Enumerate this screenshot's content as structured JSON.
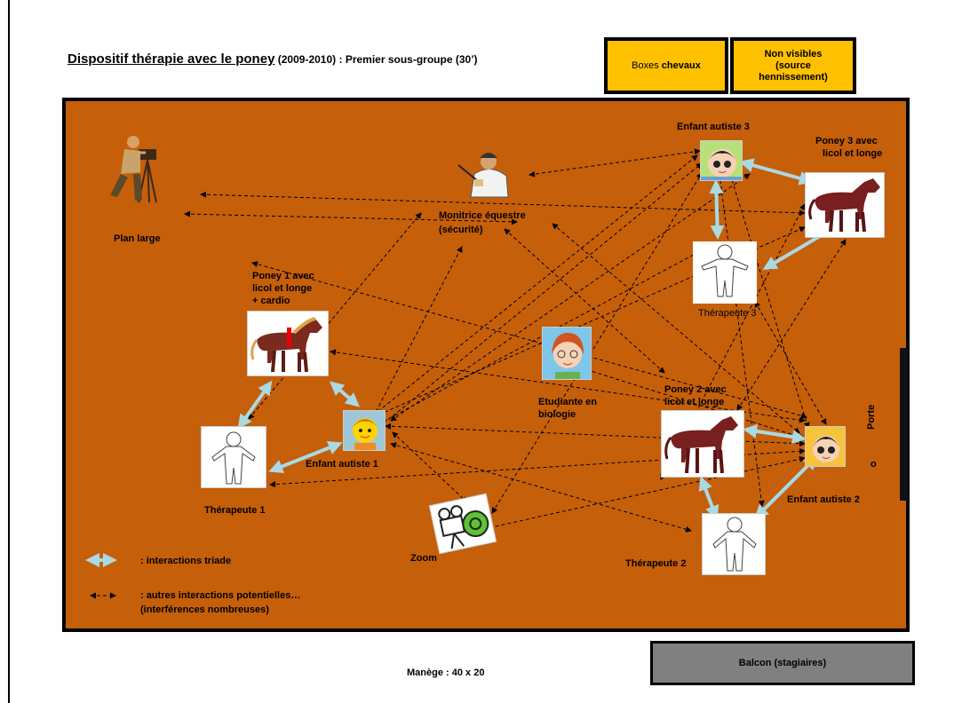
{
  "title": {
    "main": "Dispositif thérapie avec le poney",
    "years": " (2009-2010) : ",
    "sub": "Premier sous-groupe (30’)"
  },
  "boxes": {
    "stables_prefix": "Boxes ",
    "stables_bold": "chevaux",
    "hidden": "Non visibles (source hennissement)"
  },
  "labels": {
    "plan_large": "Plan large",
    "monitrice_1": "Monitrice équestre",
    "monitrice_2": "(sécurité)",
    "enfant3": "Enfant autiste 3",
    "poney3_1": "Poney 3 avec",
    "poney3_2": "licol et longe",
    "therapeute3": "Thérapeute 3",
    "poney1_1": "Poney 1 avec",
    "poney1_2": "licol et longe",
    "poney1_3": "+ cardio",
    "etudiante_1": "Etudiante  en",
    "etudiante_2": "biologie",
    "poney2_1": "Poney 2 avec",
    "poney2_2": "licol et longe",
    "porte": "Porte",
    "porte_o": "o",
    "enfant1": "Enfant autiste 1",
    "therapeute1": "Thérapeute 1",
    "enfant2": "Enfant autiste 2",
    "zoom": "Zoom",
    "therapeute2": "Thérapeute 2"
  },
  "legend": {
    "triade": ": interactions triade",
    "autres_1": ": autres interactions potentielles…",
    "autres_2": "(interférences nombreuses)"
  },
  "balcon": "Balcon (stagiaires)",
  "manege": "Manège : 40 x 20",
  "colors": {
    "arena": "#c65f0a",
    "stable_box": "#ffc000",
    "balcony": "#808080",
    "triad_arrow": "#a9d9e3",
    "dashed_arrow": "#000000",
    "pony": "#7a1f1f"
  },
  "icons": [
    "camera-operator-icon",
    "instructor-icon",
    "child-face-icon",
    "pony-icon",
    "therapist-outline-icon",
    "student-face-icon",
    "zoom-camera-icon"
  ]
}
